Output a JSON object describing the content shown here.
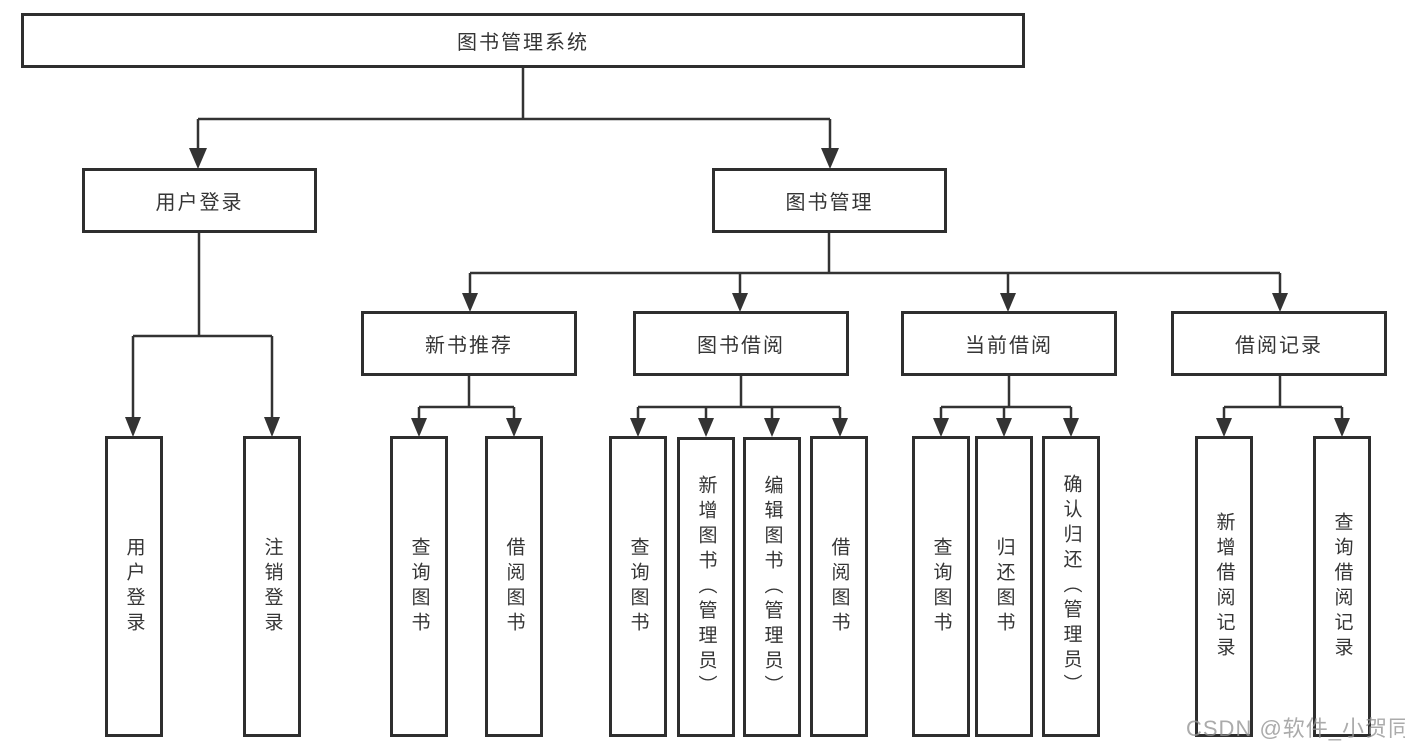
{
  "tree": {
    "root": {
      "label": "图书管理系统",
      "children": [
        {
          "label": "用户登录",
          "children": [
            {
              "label": "用户登录"
            },
            {
              "label": "注销登录"
            }
          ]
        },
        {
          "label": "图书管理",
          "children": [
            {
              "label": "新书推荐",
              "children": [
                {
                  "label": "查询图书"
                },
                {
                  "label": "借阅图书"
                }
              ]
            },
            {
              "label": "图书借阅",
              "children": [
                {
                  "label": "查询图书"
                },
                {
                  "label": "新增图书（管理员）"
                },
                {
                  "label": "编辑图书（管理员）"
                },
                {
                  "label": "借阅图书"
                }
              ]
            },
            {
              "label": "当前借阅",
              "children": [
                {
                  "label": "查询图书"
                },
                {
                  "label": "归还图书"
                },
                {
                  "label": "确认归还（管理员）"
                }
              ]
            },
            {
              "label": "借阅记录",
              "children": [
                {
                  "label": "新增借阅记录"
                },
                {
                  "label": "查询借阅记录"
                }
              ]
            }
          ]
        }
      ]
    }
  },
  "watermark": "CSDN @软件_小贺同学",
  "colors": {
    "line": "#333333",
    "box_border": "#2e2e2e",
    "text": "#353535",
    "background": "#ffffff",
    "watermark": "#949494"
  }
}
